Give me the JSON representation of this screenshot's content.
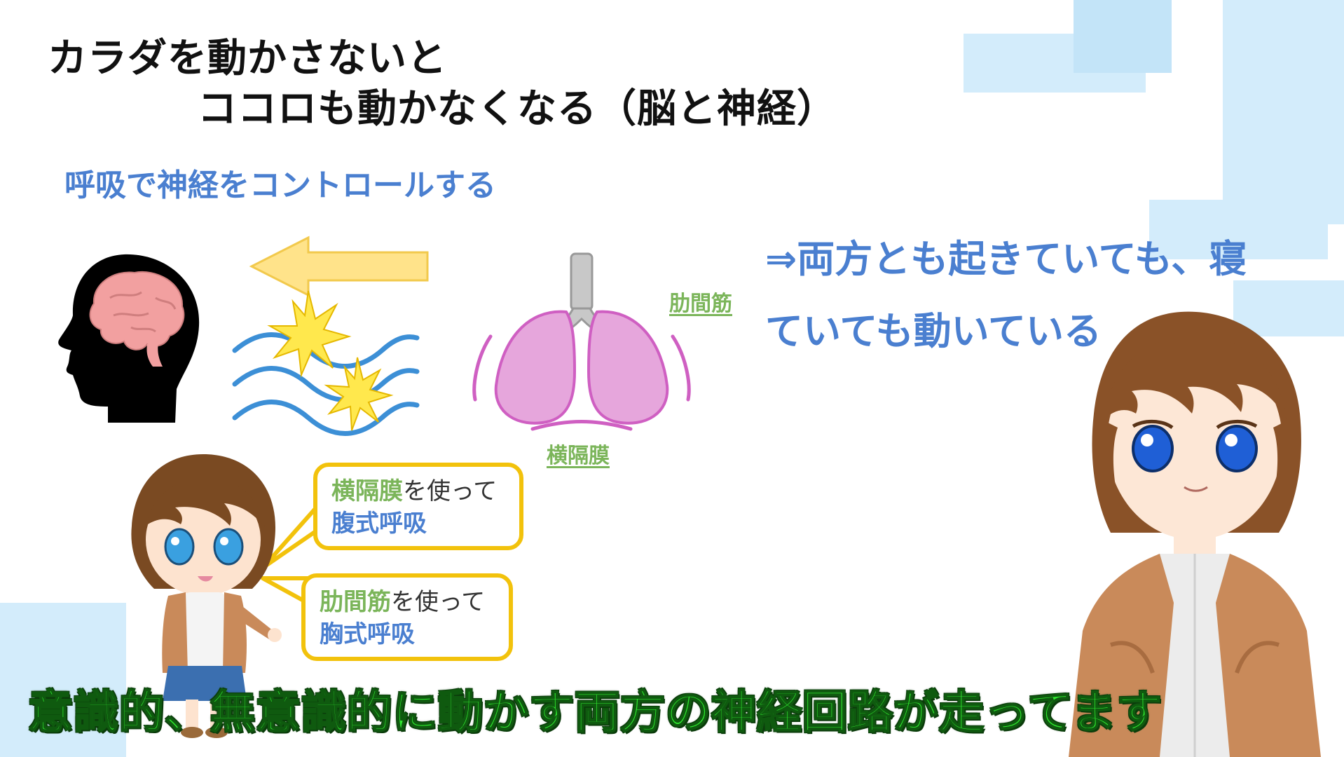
{
  "title": {
    "line1": "カラダを動かさないと",
    "line2": "ココロも動かなくなる（脳と神経）"
  },
  "subtitle": "呼吸で神経をコントロールする",
  "right_text": {
    "line1": "⇒両方とも起きていても、寝",
    "line2": "ていても動いている"
  },
  "labels": {
    "intercostal": "肋間筋",
    "diaphragm": "横隔膜"
  },
  "bubbles": {
    "top": {
      "green": "横隔膜",
      "plain": "を使って",
      "blue": "腹式呼吸"
    },
    "bottom": {
      "green": "肋間筋",
      "plain": "を使って",
      "blue": "胸式呼吸"
    }
  },
  "caption": "意識的、無意識的に動かす両方の神経回路が走ってます",
  "colors": {
    "accent_blue": "#4a7fd0",
    "green": "#7bb55a",
    "bubble_border": "#f2c20c",
    "arrow": "#ffe38a",
    "brain": "#f2a0a0",
    "lung": "#e6a6dc",
    "caption": "#2fe82f"
  }
}
